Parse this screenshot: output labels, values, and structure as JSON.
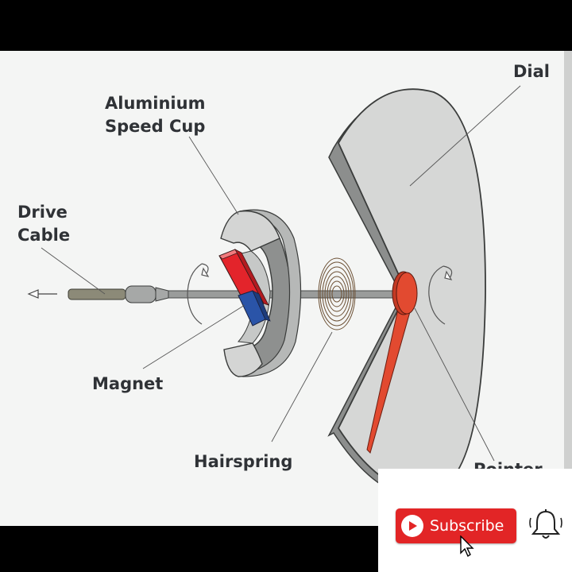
{
  "labels": {
    "dial": "Dial",
    "cup_line1": "Aluminium",
    "cup_line2": "Speed Cup",
    "cable_line1": "Drive",
    "cable_line2": "Cable",
    "magnet": "Magnet",
    "hairspring": "Hairspring",
    "pointer": "Pointer"
  },
  "overlay": {
    "subscribe_label": "Subscribe"
  },
  "colors": {
    "panel": "#f4f5f4",
    "dial": "#d6d7d6",
    "cup": "#d4d5d4",
    "magnet_red": "#e3242b",
    "magnet_blue": "#2a54a8",
    "pointer": "#e24a30",
    "subscribe": "#e22526"
  },
  "icons": [
    "play-icon",
    "bell-icon",
    "cursor-icon",
    "rotation-arrow-icon",
    "direction-arrow-icon"
  ]
}
